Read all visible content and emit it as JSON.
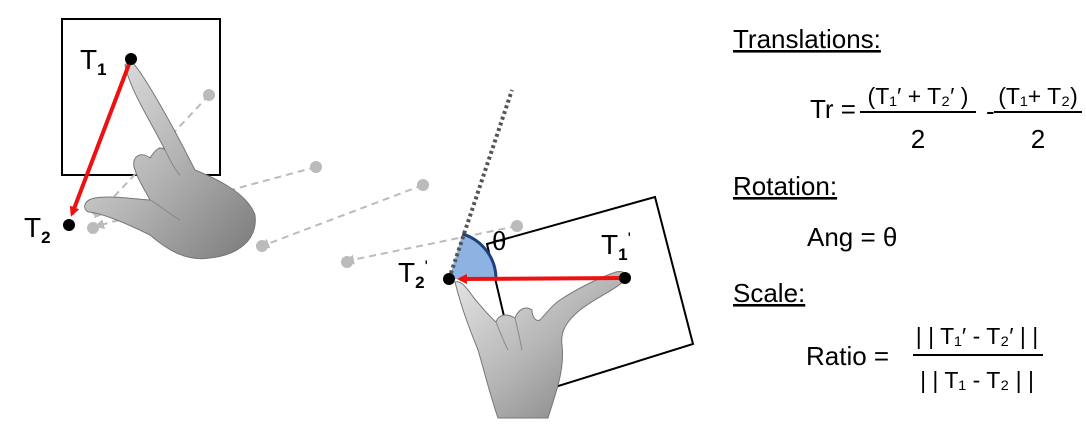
{
  "points": {
    "t1": {
      "base": "T",
      "sub": "1",
      "prime": ""
    },
    "t2": {
      "base": "T",
      "sub": "2",
      "prime": ""
    },
    "t1p": {
      "base": "T",
      "sub": "1",
      "prime": "'"
    },
    "t2p": {
      "base": "T",
      "sub": "2",
      "prime": "'"
    }
  },
  "angle_label": "θ",
  "colors": {
    "arrow": "#ee1111",
    "angle_fill": "#8db3e2",
    "angle_outline": "#1f3f80",
    "dotted_line": "#555555",
    "ghost_trail": "#bbbbbb",
    "frame": "#000000"
  },
  "formulas": {
    "translations": {
      "heading": "Translations:",
      "lhs": "Tr =",
      "frac1_num": "(T₁′ + T₂′ )",
      "frac1_den": "2",
      "minus": "-",
      "frac2_num": "(T₁+ T₂)",
      "frac2_den": "2"
    },
    "rotation": {
      "heading": "Rotation:",
      "expr": "Ang = θ"
    },
    "scale": {
      "heading": "Scale:",
      "lhs": "Ratio =",
      "num": "| | T₁′ - T₂′ | |",
      "den": "| | T₁ - T₂ | |"
    }
  }
}
